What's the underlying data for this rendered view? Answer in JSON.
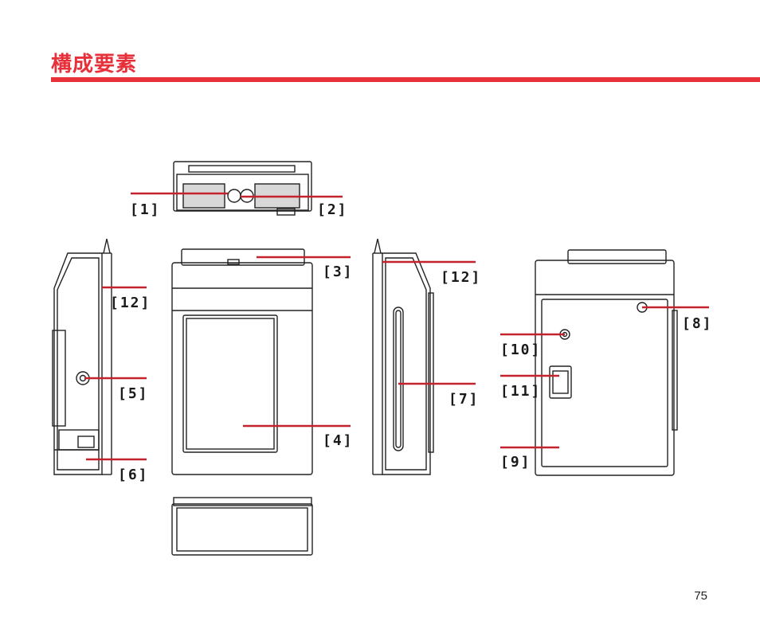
{
  "header": {
    "title": "構成要素"
  },
  "callouts": [
    "[1]",
    "[2]",
    "[3]",
    "[4]",
    "[5]",
    "[6]",
    "[7]",
    "[8]",
    "[9]",
    "[10]",
    "[11]",
    "[12]"
  ],
  "footer": {
    "page_number": "75"
  },
  "colors": {
    "accent": "#e8303a",
    "leader": "#c4222c",
    "outline": "#222222",
    "screen_fill": "#d8d8d8"
  }
}
